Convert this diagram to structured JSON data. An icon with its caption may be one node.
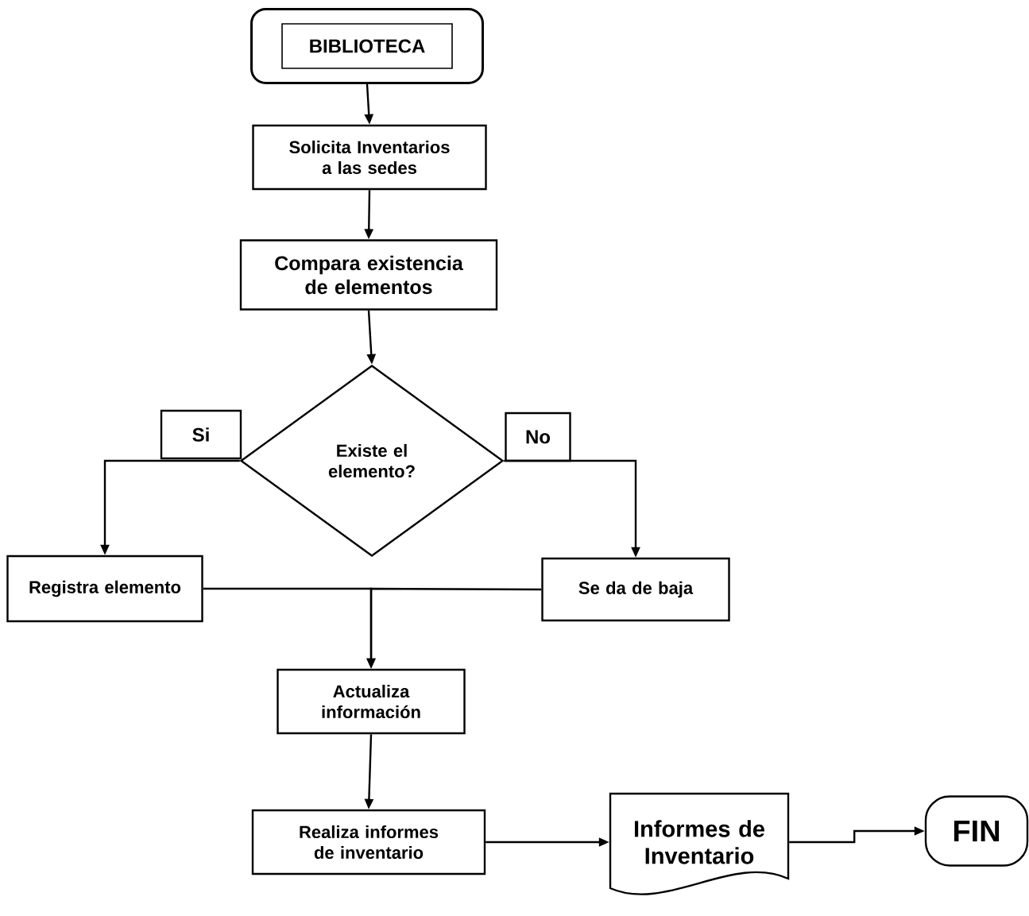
{
  "diagram": {
    "nodes": [
      {
        "text": [
          "BIBLIOTECA"
        ]
      },
      {
        "text": [
          "Solicita Inventarios a las sedes"
        ]
      },
      {
        "text": [
          "Compara existencia de elementos"
        ]
      },
      {
        "text": [
          "Existe el elemento?"
        ]
      },
      {
        "text": [
          "Si"
        ]
      },
      {
        "text": [
          "No"
        ]
      },
      {
        "text": [
          "Registra elemento"
        ]
      },
      {
        "text": [
          "Se da de baja"
        ]
      },
      {
        "text": [
          "Actualiza información"
        ]
      },
      {
        "text": [
          "Realiza informes de inventario"
        ]
      },
      {
        "text": [
          "Informes de Inventario"
        ]
      },
      {
        "text": [
          "FIN"
        ]
      }
    ],
    "edges": [
      {
        "from": 0,
        "to": 1,
        "arrow": "to"
      },
      {
        "from": 1,
        "to": 2,
        "arrow": "to"
      },
      {
        "from": 2,
        "to": 3,
        "arrow": "to"
      },
      {
        "from": 3,
        "to": 6,
        "arrow": "to"
      },
      {
        "from": 3,
        "to": 7,
        "arrow": "to"
      },
      {
        "from": 6,
        "to": 8,
        "arrow": "to"
      },
      {
        "from": 7,
        "to": 8,
        "arrow": "to"
      },
      {
        "from": 8,
        "to": 9,
        "arrow": "to"
      },
      {
        "from": 9,
        "to": 10,
        "arrow": "to"
      },
      {
        "from": 10,
        "to": 11,
        "arrow": "to"
      }
    ]
  }
}
